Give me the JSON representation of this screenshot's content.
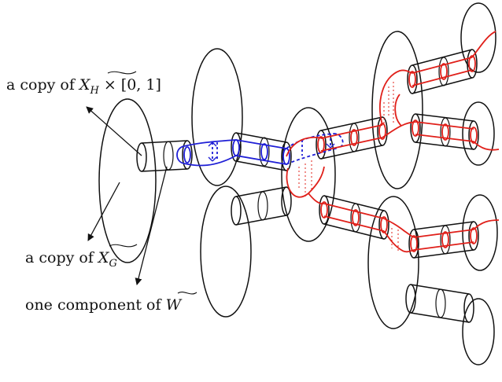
{
  "labels": {
    "hxi": {
      "prefix": "a copy of ",
      "symbol": "X",
      "subscript": "H",
      "suffix": " × [0, 1]"
    },
    "xg": {
      "prefix": "a copy of ",
      "symbol": "X",
      "subscript": "G"
    },
    "w": {
      "prefix": "one component of ",
      "symbol": "W"
    }
  },
  "colors": {
    "line": "#111111",
    "blue_path": "#1f1fd6",
    "red_path": "#e0201a"
  }
}
